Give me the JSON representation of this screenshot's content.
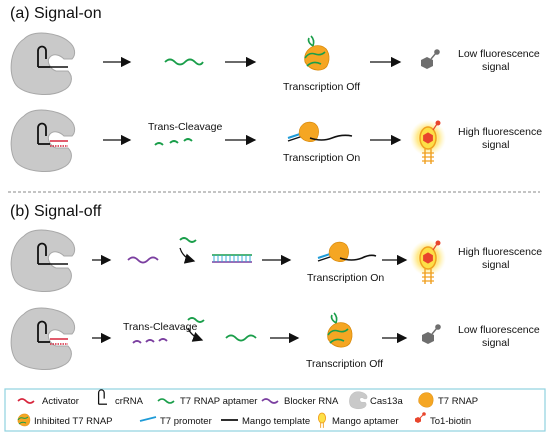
{
  "sections": {
    "a": "(a) Signal-on",
    "b": "(b) Signal-off"
  },
  "labels": {
    "trans_cleavage": "Trans-Cleavage",
    "transcription_off": "Transcription Off",
    "transcription_on": "Transcription On",
    "low_fluor_1": "Low fluorescence",
    "low_fluor_2": "signal",
    "high_fluor_1": "High fluorescence",
    "high_fluor_2": "signal"
  },
  "legend": {
    "activator": "Activator",
    "crrna": "crRNA",
    "t7_aptamer": "T7 RNAP aptamer",
    "blocker": "Blocker RNA",
    "cas13a": "Cas13a",
    "t7_rnap": "T7 RNAP",
    "inhibited_t7": "Inhibited T7 RNAP",
    "t7_promoter": "T7 promoter",
    "mango_template": "Mango template",
    "mango_aptamer": "Mango aptamer",
    "to1_biotin": "To1-biotin"
  },
  "colors": {
    "activator": "#d7263d",
    "aptamer": "#1a9e4a",
    "blocker": "#7b3fa0",
    "promoter": "#1e9bd7",
    "template": "#111111",
    "cas13a": "#c9c9c9",
    "t7_rnap": "#f5a623",
    "mango": "#f0a020",
    "to1": "#e8452c",
    "legend_border": "#8fd3e0"
  }
}
